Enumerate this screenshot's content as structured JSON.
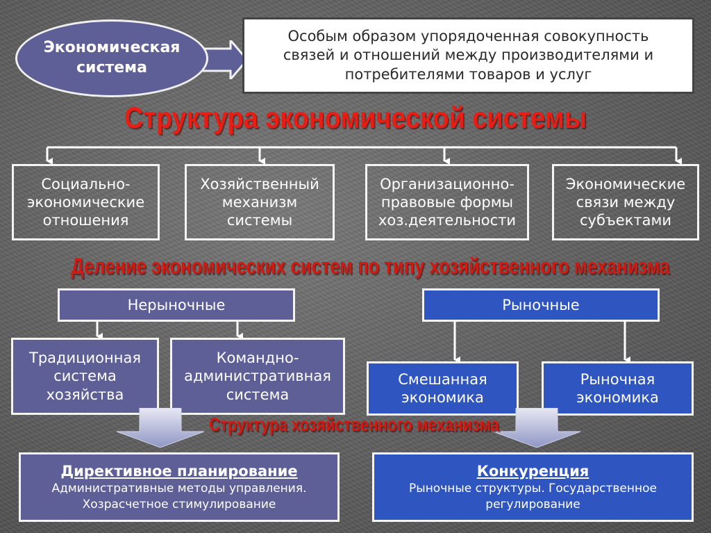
{
  "system": {
    "ellipse_lines": [
      "Экономическая",
      "система"
    ],
    "definition_lines": [
      "Особым образом упорядоченная совокупность",
      "связей и отношений между производителями и",
      "потребителями товаров и услуг"
    ]
  },
  "structure": {
    "title": "Структура экономической системы",
    "items": [
      {
        "lines": [
          "Социально-",
          "экономические",
          "отношения"
        ]
      },
      {
        "lines": [
          "Хозяйственный",
          "механизм",
          "системы"
        ]
      },
      {
        "lines": [
          "Организационно-",
          "правовые формы",
          "хоз.деятельности"
        ]
      },
      {
        "lines": [
          "Экономические",
          "связи между",
          "субъектами"
        ]
      }
    ]
  },
  "division": {
    "title": "Деление экономических систем по типу хозяйственного механизма",
    "non_market": {
      "label": "Нерыночные",
      "children": [
        {
          "lines": [
            "Традиционная",
            "система",
            "хозяйства"
          ]
        },
        {
          "lines": [
            "Командно-",
            "административная",
            "система"
          ]
        }
      ]
    },
    "market": {
      "label": "Рыночные",
      "children": [
        {
          "lines": [
            "Смешанная",
            "экономика"
          ]
        },
        {
          "lines": [
            "Рыночная",
            "экономика"
          ]
        }
      ]
    }
  },
  "mechanism": {
    "title": "Структура хозяйственного механизма",
    "left": {
      "head": "Директивное планирование",
      "body_lines": [
        "Административные методы управления.",
        "Хозрасчетное стимулирование"
      ]
    },
    "right": {
      "head": "Конкуренция",
      "body_lines": [
        "Рыночные структуры. Государственное",
        "регулирование"
      ]
    }
  },
  "colors": {
    "lavender": "#5e5f97",
    "blue": "#2f56c0",
    "title_red": "#e81d14",
    "frame": "#f4f4f4"
  }
}
